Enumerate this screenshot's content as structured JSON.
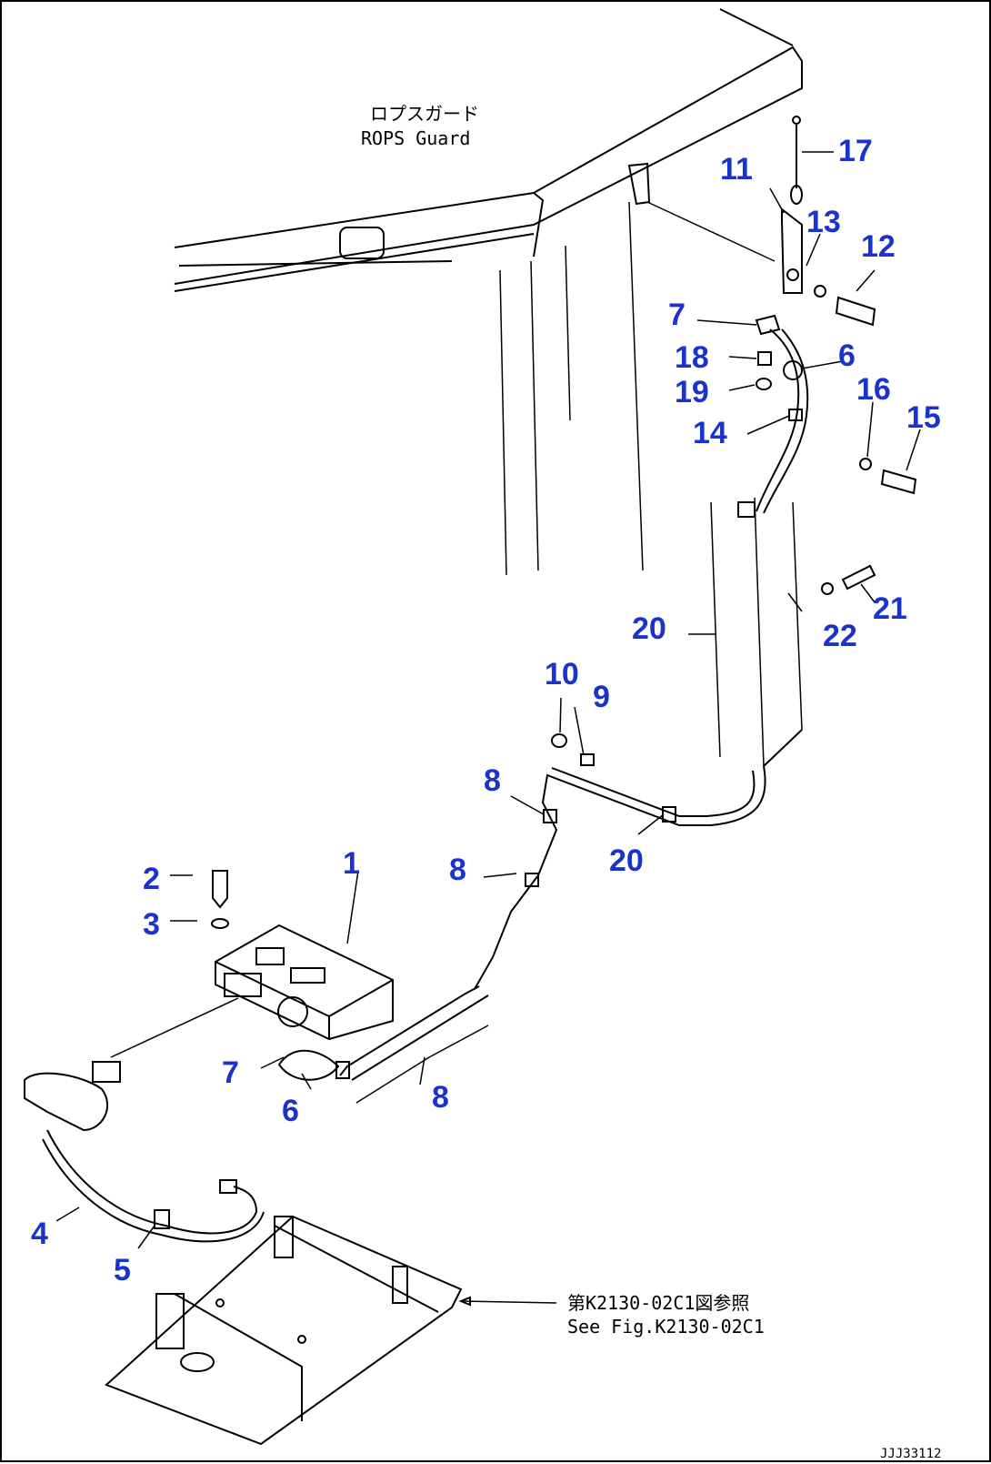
{
  "notes": {
    "guard_jp": "ロプスガード",
    "guard_en": "ROPS Guard",
    "ref_jp": "第K2130-02C1図参照",
    "ref_en": "See Fig.K2130-02C1",
    "drawing_code": "JJJ33112"
  },
  "callouts": {
    "c1": "1",
    "c2": "2",
    "c3": "3",
    "c4": "4",
    "c5": "5",
    "c6a": "6",
    "c6b": "6",
    "c7a": "7",
    "c7b": "7",
    "c8a": "8",
    "c8b": "8",
    "c8c": "8",
    "c9": "9",
    "c10": "10",
    "c11": "11",
    "c12": "12",
    "c13": "13",
    "c14": "14",
    "c15": "15",
    "c16": "16",
    "c17": "17",
    "c18": "18",
    "c19": "19",
    "c20a": "20",
    "c20b": "20",
    "c21": "21",
    "c22": "22"
  },
  "colors": {
    "callout": "#1a33cc",
    "line": "#000000"
  }
}
